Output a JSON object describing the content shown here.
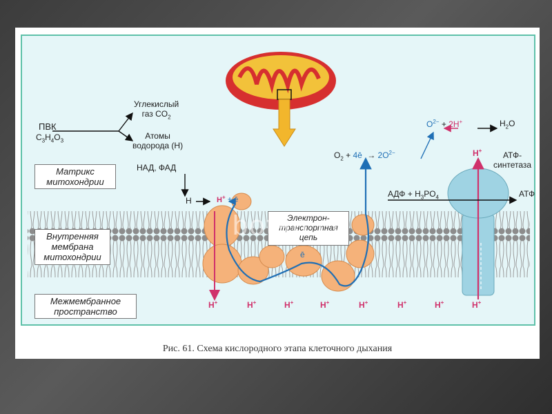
{
  "labels": {
    "pvk": "ПВК",
    "pvk_formula_parts": [
      "C",
      "3",
      "H",
      "4",
      "O",
      "3"
    ],
    "co2_line1": "Углекислый",
    "co2_line2": "газ CO",
    "co2_sub": "2",
    "hydrogen_line1": "Атомы",
    "hydrogen_line2": "водорода (Н)",
    "nad_fad": "НАД, ФАД",
    "h_atom": "Н",
    "h_plus": "H",
    "plus": "+",
    "electron": "ē",
    "o2_eq": "O",
    "four_e": "4ē",
    "two_o": "2O",
    "o_ion": "O",
    "two_h": "2H",
    "h2o": "H",
    "h2o_tail": "O",
    "adp_line": "АДФ + H",
    "phosphate_mid": "PO",
    "atp": "АТФ",
    "atp_synthase_line1": "АТФ-",
    "atp_synthase_line2": "синтетаза",
    "etc_line1": "Электрон-",
    "etc_line2": "транспортная",
    "etc_line3": "цепь"
  },
  "regions": {
    "matrix_line1": "Матрикс",
    "matrix_line2": "митохондрии",
    "inner_membrane_line1": "Внутренняя",
    "inner_membrane_line2": "мембрана",
    "inner_membrane_line3": "митохондрии",
    "intermembrane_line1": "Межмембранное",
    "intermembrane_line2": "пространство"
  },
  "caption": "Рис. 61. Схема кислородного этапа клеточного дыхания",
  "watermark": "botan.cc",
  "colors": {
    "proton": "#d0316b",
    "electron": "#1f6fb5",
    "protein": "#f5b27a",
    "synthase": "#9fd3e3",
    "mitochondrion": "#d62f2f",
    "frame": "#5ec1a9",
    "background": "#e5f6f8"
  }
}
